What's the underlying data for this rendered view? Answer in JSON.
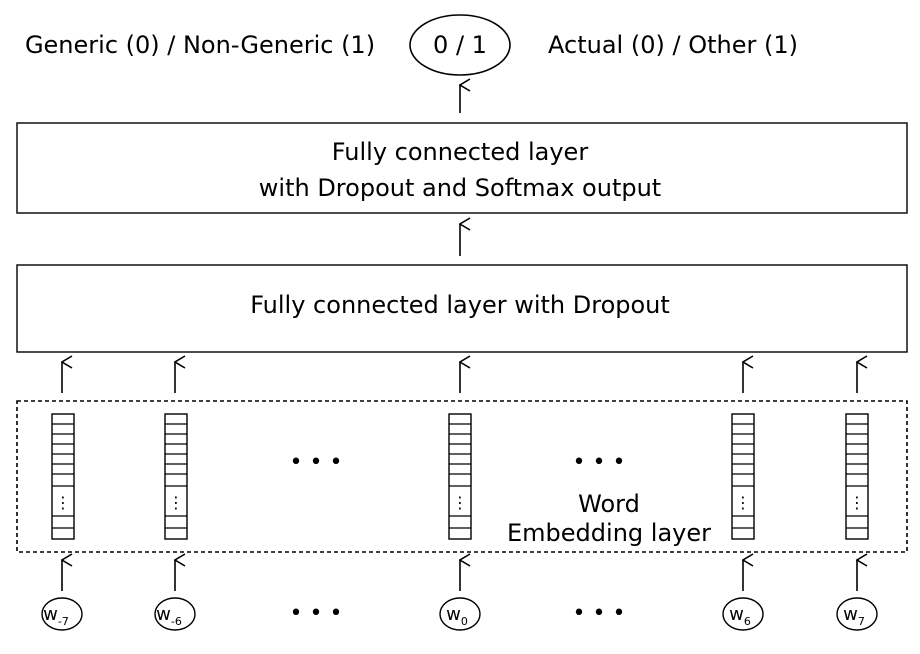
{
  "output": {
    "left_label": "Generic (0) / Non-Generic (1)",
    "node_label": "0 / 1",
    "right_label": "Actual (0) / Other (1)"
  },
  "layer_top": {
    "line1": "Fully connected layer",
    "line2": "with Dropout and Softmax output"
  },
  "layer_mid": {
    "label": "Fully connected layer with Dropout"
  },
  "embedding": {
    "label_line1": "Word",
    "label_line2": "Embedding layer",
    "cell_ellipsis": "⋮"
  },
  "words": [
    {
      "base": "w",
      "sub": "-7"
    },
    {
      "base": "w",
      "sub": "-6"
    },
    {
      "base": "w",
      "sub": "0"
    },
    {
      "base": "w",
      "sub": "6"
    },
    {
      "base": "w",
      "sub": "7"
    }
  ],
  "ellipsis": "• • •"
}
